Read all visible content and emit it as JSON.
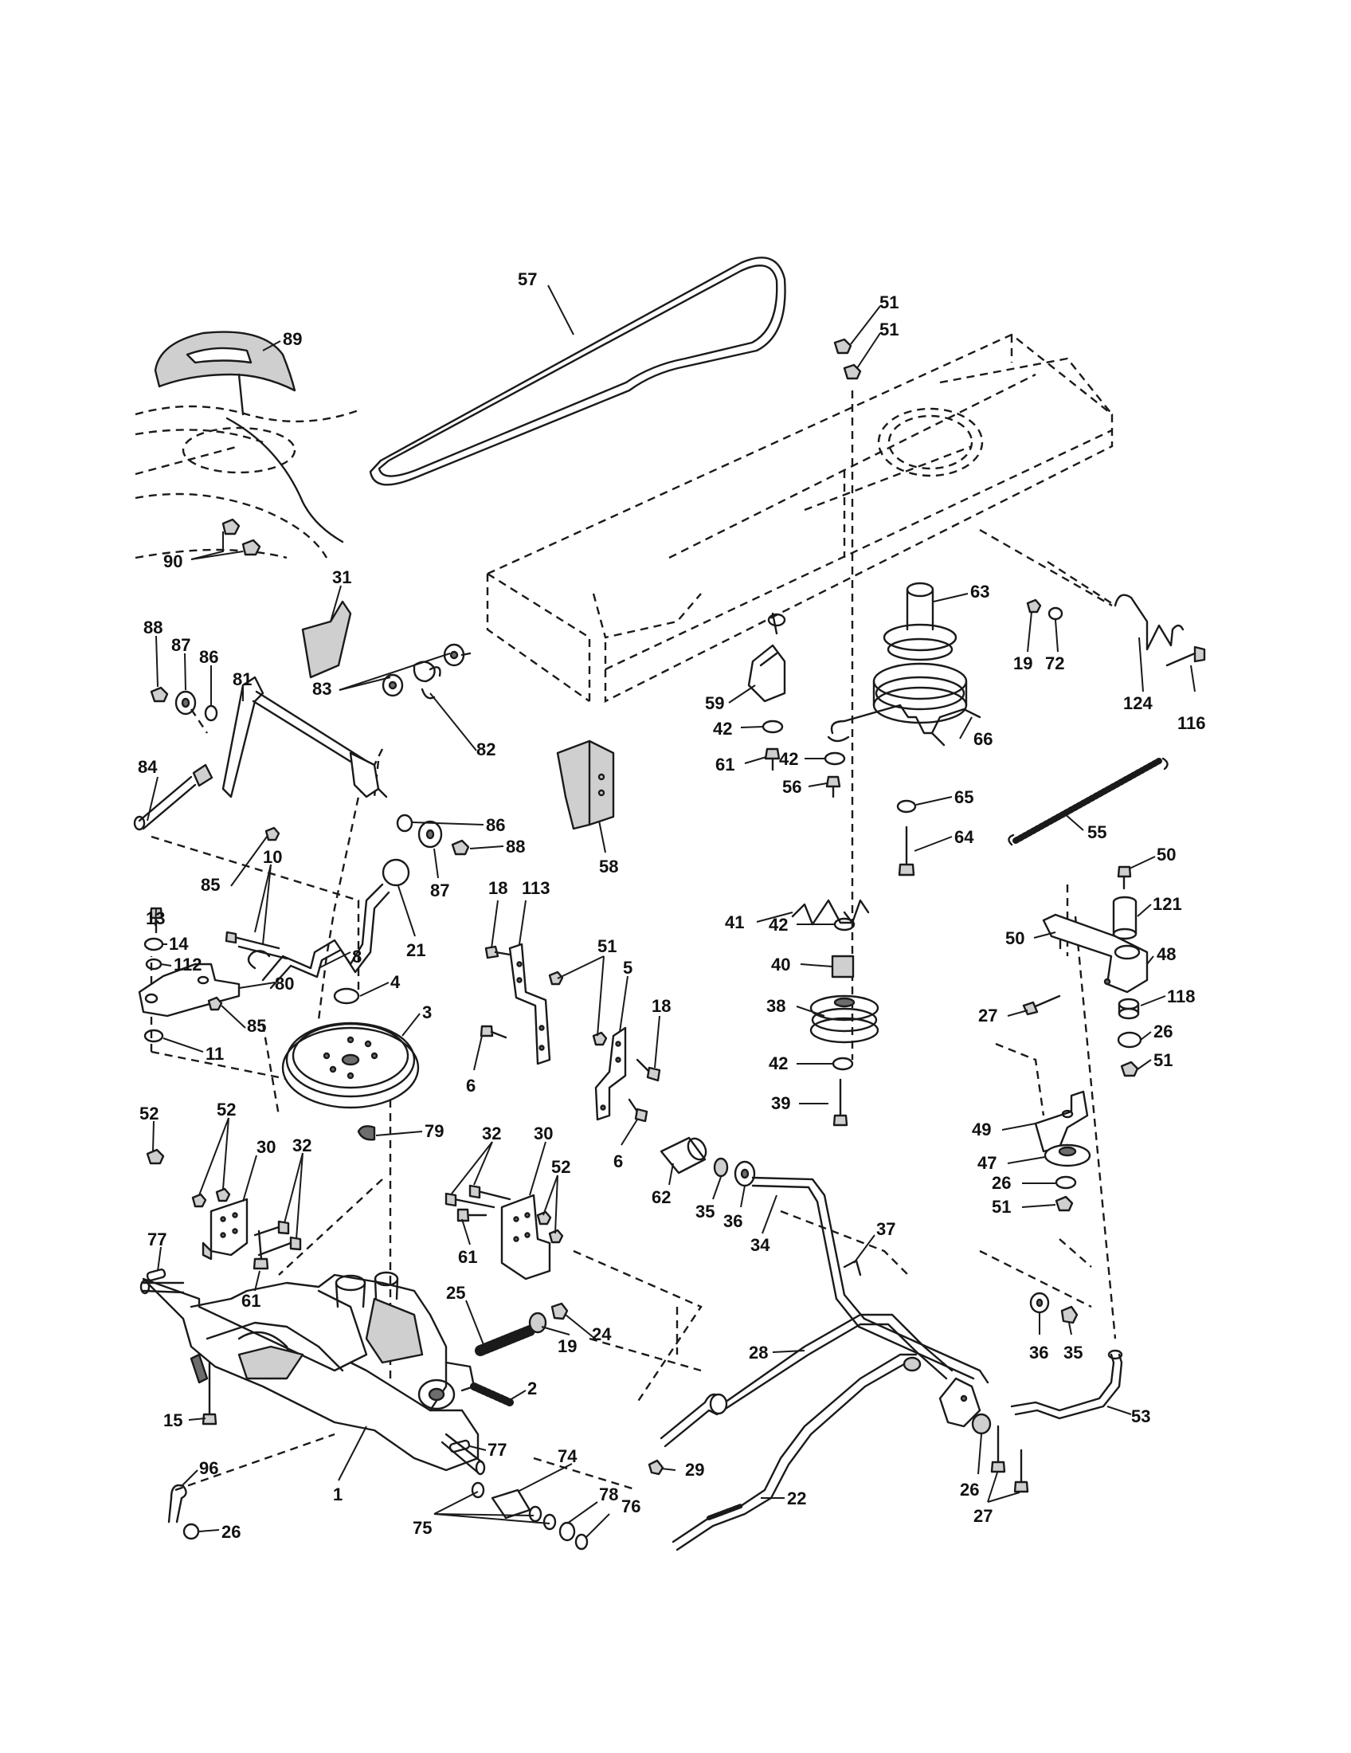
{
  "callouts": [
    {
      "id": "c57",
      "text": "57"
    },
    {
      "id": "c51a",
      "text": "51"
    },
    {
      "id": "c51b",
      "text": "51"
    },
    {
      "id": "c89",
      "text": "89"
    },
    {
      "id": "c90",
      "text": "90"
    },
    {
      "id": "c31",
      "text": "31"
    },
    {
      "id": "c88a",
      "text": "88"
    },
    {
      "id": "c87a",
      "text": "87"
    },
    {
      "id": "c86a",
      "text": "86"
    },
    {
      "id": "c81",
      "text": "81"
    },
    {
      "id": "c83",
      "text": "83"
    },
    {
      "id": "c82",
      "text": "82"
    },
    {
      "id": "c84",
      "text": "84"
    },
    {
      "id": "c85a",
      "text": "85"
    },
    {
      "id": "c86b",
      "text": "86"
    },
    {
      "id": "c88b",
      "text": "88"
    },
    {
      "id": "c87b",
      "text": "87"
    },
    {
      "id": "c10",
      "text": "10"
    },
    {
      "id": "c21",
      "text": "21"
    },
    {
      "id": "c8",
      "text": "8"
    },
    {
      "id": "c13",
      "text": "13"
    },
    {
      "id": "c14",
      "text": "14"
    },
    {
      "id": "c112",
      "text": "112"
    },
    {
      "id": "c80",
      "text": "80"
    },
    {
      "id": "c85b",
      "text": "85"
    },
    {
      "id": "c11",
      "text": "11"
    },
    {
      "id": "c4",
      "text": "4"
    },
    {
      "id": "c3",
      "text": "3"
    },
    {
      "id": "c63",
      "text": "63"
    },
    {
      "id": "c19a",
      "text": "19"
    },
    {
      "id": "c72",
      "text": "72"
    },
    {
      "id": "c124",
      "text": "124"
    },
    {
      "id": "c116",
      "text": "116"
    },
    {
      "id": "c59",
      "text": "59"
    },
    {
      "id": "c42a",
      "text": "42"
    },
    {
      "id": "c61a",
      "text": "61"
    },
    {
      "id": "c66",
      "text": "66"
    },
    {
      "id": "c42b",
      "text": "42"
    },
    {
      "id": "c56",
      "text": "56"
    },
    {
      "id": "c65",
      "text": "65"
    },
    {
      "id": "c64",
      "text": "64"
    },
    {
      "id": "c55",
      "text": "55"
    },
    {
      "id": "c58",
      "text": "58"
    },
    {
      "id": "c18a",
      "text": "18"
    },
    {
      "id": "c113",
      "text": "113"
    },
    {
      "id": "c51c",
      "text": "51"
    },
    {
      "id": "c5",
      "text": "5"
    },
    {
      "id": "c18b",
      "text": "18"
    },
    {
      "id": "c6a",
      "text": "6"
    },
    {
      "id": "c6b",
      "text": "6"
    },
    {
      "id": "c41",
      "text": "41"
    },
    {
      "id": "c42c",
      "text": "42"
    },
    {
      "id": "c40",
      "text": "40"
    },
    {
      "id": "c38",
      "text": "38"
    },
    {
      "id": "c42d",
      "text": "42"
    },
    {
      "id": "c39",
      "text": "39"
    },
    {
      "id": "c50a",
      "text": "50"
    },
    {
      "id": "c50b",
      "text": "50"
    },
    {
      "id": "c121",
      "text": "121"
    },
    {
      "id": "c48",
      "text": "48"
    },
    {
      "id": "c27a",
      "text": "27"
    },
    {
      "id": "c118",
      "text": "118"
    },
    {
      "id": "c26a",
      "text": "26"
    },
    {
      "id": "c51d",
      "text": "51"
    },
    {
      "id": "c49",
      "text": "49"
    },
    {
      "id": "c47",
      "text": "47"
    },
    {
      "id": "c26b",
      "text": "26"
    },
    {
      "id": "c51e",
      "text": "51"
    },
    {
      "id": "c52a",
      "text": "52"
    },
    {
      "id": "c52b",
      "text": "52"
    },
    {
      "id": "c30a",
      "text": "30"
    },
    {
      "id": "c32a",
      "text": "32"
    },
    {
      "id": "c77a",
      "text": "77"
    },
    {
      "id": "c61b",
      "text": "61"
    },
    {
      "id": "c79",
      "text": "79"
    },
    {
      "id": "c32b",
      "text": "32"
    },
    {
      "id": "c30b",
      "text": "30"
    },
    {
      "id": "c52c",
      "text": "52"
    },
    {
      "id": "c61c",
      "text": "61"
    },
    {
      "id": "c62",
      "text": "62"
    },
    {
      "id": "c35a",
      "text": "35"
    },
    {
      "id": "c36a",
      "text": "36"
    },
    {
      "id": "c34",
      "text": "34"
    },
    {
      "id": "c37",
      "text": "37"
    },
    {
      "id": "c25",
      "text": "25"
    },
    {
      "id": "c19b",
      "text": "19"
    },
    {
      "id": "c24",
      "text": "24"
    },
    {
      "id": "c2",
      "text": "2"
    },
    {
      "id": "c15",
      "text": "15"
    },
    {
      "id": "c77b",
      "text": "77"
    },
    {
      "id": "c1",
      "text": "1"
    },
    {
      "id": "c96",
      "text": "96"
    },
    {
      "id": "c26c",
      "text": "26"
    },
    {
      "id": "c74",
      "text": "74"
    },
    {
      "id": "c75",
      "text": "75"
    },
    {
      "id": "c78",
      "text": "78"
    },
    {
      "id": "c76",
      "text": "76"
    },
    {
      "id": "c28",
      "text": "28"
    },
    {
      "id": "c29",
      "text": "29"
    },
    {
      "id": "c22",
      "text": "22"
    },
    {
      "id": "c36b",
      "text": "36"
    },
    {
      "id": "c35b",
      "text": "35"
    },
    {
      "id": "c53",
      "text": "53"
    },
    {
      "id": "c26d",
      "text": "26"
    },
    {
      "id": "c27b",
      "text": "27"
    }
  ]
}
